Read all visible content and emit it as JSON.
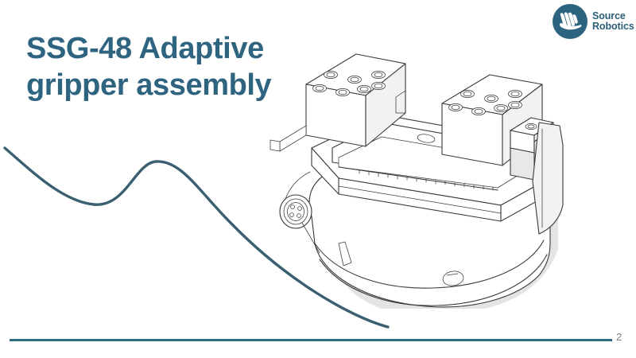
{
  "slide": {
    "title": "SSG-48 Adaptive\ngripper assembly",
    "page_number": "2",
    "background_color": "#ffffff",
    "accent_color": "#2e6480",
    "rule_color": "#2e6b80",
    "swoosh_color": "#3a5f70"
  },
  "logo": {
    "mark_name": "source-robotics-hand-mark",
    "mark_color": "#2c6480",
    "line1": "Source",
    "line2": "Robotics",
    "text_color": "#2c5f77"
  },
  "illustration": {
    "name": "ssg-48-gripper-assembly-line-drawing",
    "alt": "Isometric CAD line drawing of the SSG-48 adaptive gripper: two bolt-pattern jaw blocks riding on a central toothed rail above a rounded cylindrical base housing, with a 4-pin circular connector on the left side",
    "stroke_color": "#3a3a3a",
    "shade_color": "#e3e3e3",
    "fill_color": "#ffffff",
    "parts": [
      {
        "name": "left-jaw-block",
        "hole_count": 7
      },
      {
        "name": "right-jaw-block",
        "hole_count": 7
      },
      {
        "name": "center-rail",
        "feature": "toothed-rack"
      },
      {
        "name": "base-housing",
        "feature": "rounded-cylindrical"
      },
      {
        "name": "m8-connector",
        "pin_count": 4
      },
      {
        "name": "right-end-cap-block",
        "hole_count": 1
      }
    ]
  }
}
